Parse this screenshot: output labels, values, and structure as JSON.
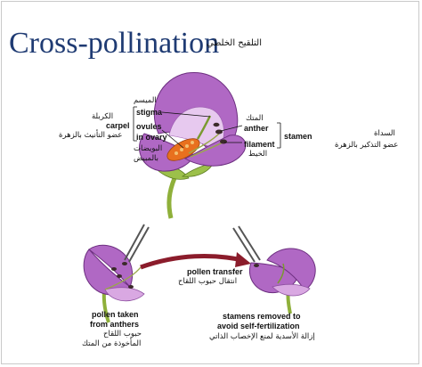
{
  "title": "Cross-pollination",
  "title_ar": "التلقيح الخلطي",
  "labels": {
    "carpel": "carpel",
    "carpel_ar": "الكربلة",
    "carpel_desc_ar": "عضو التأنيث بالزهرة",
    "stigma": "stigma",
    "stigma_ar": "الميسم",
    "ovules": "ovules",
    "in_ovary": "in ovary",
    "ovules_ar_1": "البويضات",
    "ovules_ar_2": "بالمبيض",
    "anther": "anther",
    "anther_ar": "المتك",
    "filament": "filament",
    "filament_ar": "الخيط",
    "stamen": "stamen",
    "stamen_ar": "السداة",
    "stamen_desc_ar": "عضو التذكير بالزهرة",
    "pollen_transfer": "pollen transfer",
    "pollen_transfer_ar": "انتقال حبوب اللقاح",
    "pollen_taken_1": "pollen taken",
    "pollen_taken_2": "from anthers",
    "pollen_taken_ar_1": "حبوب اللقاح",
    "pollen_taken_ar_2": "المأخوذة من المتك",
    "stamens_removed_1": "stamens removed to",
    "stamens_removed_2": "avoid self-fertilization",
    "stamens_removed_ar": "إزالة الأسدية لمنع الإخصاب الذاتي"
  },
  "colors": {
    "petal": "#b068c4",
    "petal_light": "#d9a8e2",
    "petal_inner": "#e7c9ef",
    "stem": "#8fb03a",
    "arrow": "#8b1c2b",
    "ovary": "#e8701e",
    "title": "#1f3b73"
  }
}
